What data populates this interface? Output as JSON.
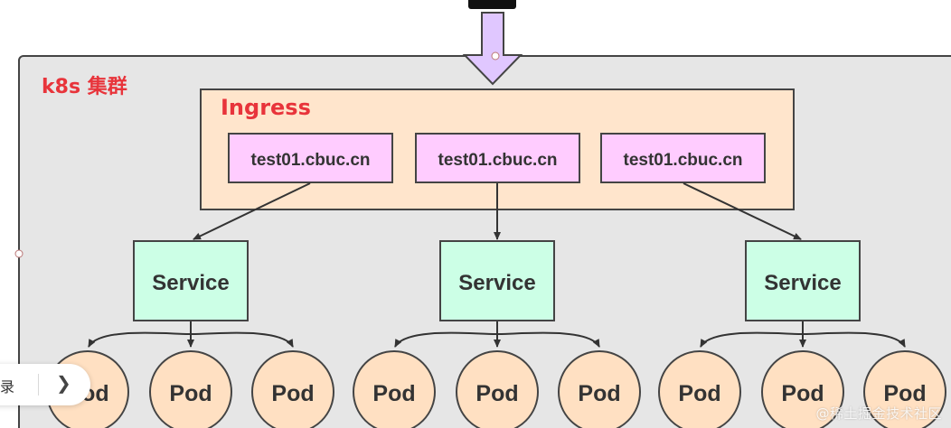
{
  "cluster": {
    "title": "k8s 集群"
  },
  "ingress": {
    "title": "Ingress",
    "hosts": [
      "test01.cbuc.cn",
      "test01.cbuc.cn",
      "test01.cbuc.cn"
    ]
  },
  "services": [
    "Service",
    "Service",
    "Service"
  ],
  "pod_label": "Pod",
  "pods_per_service": 3,
  "toolbar": {
    "label": "录",
    "next_icon": "chevron-right-icon"
  },
  "watermark": "@稀土掘金技术社区",
  "colors": {
    "cluster_bg": "#e6e6e6",
    "ingress_bg": "#ffe5cc",
    "host_bg": "#ffccff",
    "service_bg": "#ccffe6",
    "pod_bg": "#ffe0c2",
    "arrow_bg": "#e0c7ff",
    "title_red": "#e8343b"
  }
}
